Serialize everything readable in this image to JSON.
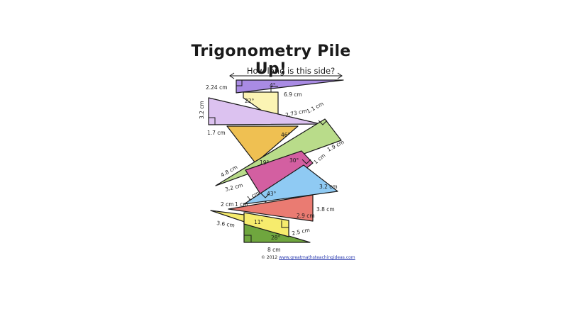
{
  "title": "Trigonometry Pile Up!",
  "subtitle": "How long is this side?",
  "copyright": "© 2012",
  "website": "www.greatmathsteachingideas.com",
  "colors": {
    "purple": "#a98be4",
    "yellow_light": "#fbf4b4",
    "lavender": "#dcc2f0",
    "gold": "#efc052",
    "green_light": "#b9dc8a",
    "magenta": "#d35fa1",
    "sky_blue": "#8fcaf3",
    "salmon": "#ea7b72",
    "yellow": "#f6ec6d",
    "green_dark": "#6fa63e"
  },
  "labels": {
    "a": "2.24 cm",
    "b": "4°",
    "c": "6.9 cm",
    "d": "22°",
    "e": "3.2 cm",
    "f": "2.73 cm",
    "g": "1.1 cm",
    "h": "1.7 cm",
    "i": "46°",
    "j": "1.9 cm",
    "k": "4.8 cm",
    "l": "19°",
    "m": "30°",
    "n": "1 cm",
    "o": "3.2 cm",
    "p": "3.2 cm",
    "q": "1 cm",
    "r": "43°",
    "s": "2 cm",
    "t": "1 cm",
    "u": "3.8 cm",
    "v": "2.9 cm",
    "w": "3.6 cm",
    "x": "11°",
    "y": "2.5 cm",
    "z": "28°",
    "aa": "8 cm"
  }
}
